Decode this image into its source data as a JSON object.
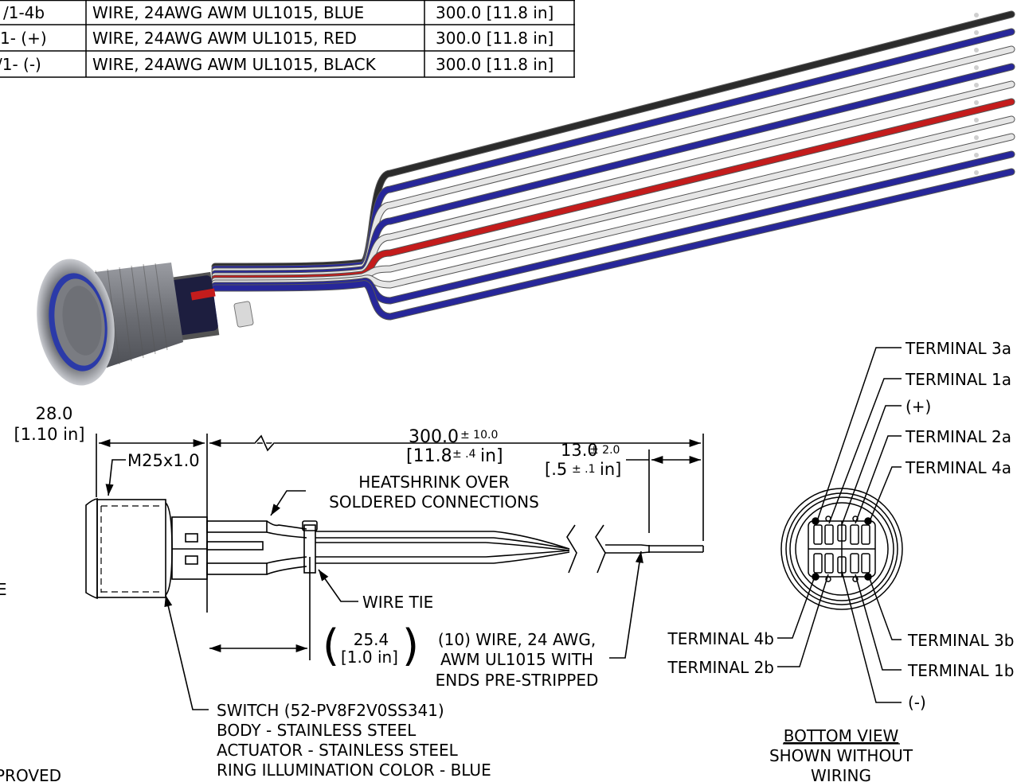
{
  "wire_table": {
    "rows": [
      {
        "id": "/1-4b",
        "description": "WIRE, 24AWG AWM UL1015, BLUE",
        "length": "300.0 [11.8 in]"
      },
      {
        "id": "1- (+)",
        "description": "WIRE, 24AWG AWM UL1015, RED",
        "length": "300.0 [11.8 in]"
      },
      {
        "id": "/1- (-)",
        "description": "WIRE, 24AWG AWM UL1015, BLACK",
        "length": "300.0 [11.8 in]"
      }
    ]
  },
  "wire_colors": [
    "#2b2b2b",
    "#27279a",
    "#e6e6e6",
    "#27279a",
    "#e6e6e6",
    "#c41c1c",
    "#e6e6e6",
    "#e6e6e6",
    "#27279a",
    "#27279a"
  ],
  "dimensions": {
    "head_mm": "28.0",
    "head_in": "[1.10 in]",
    "thread": "M25x1.0",
    "length_mm": "300.0",
    "length_tol_mm": "± 10.0",
    "length_in": "[11.8",
    "length_tol_in": "± .4",
    "length_in_close": "in]",
    "strip_mm": "13.0",
    "strip_tol_mm": "± 2.0",
    "strip_in": "[.5",
    "strip_tol_in": "± .1",
    "strip_in_close": "in]",
    "tie_mm": "25.4",
    "tie_in": "[1.0 in]",
    "paren_open": "(",
    "paren_close": ")"
  },
  "callouts": {
    "heatshrink_1": "HEATSHRINK OVER",
    "heatshrink_2": "SOLDERED CONNECTIONS",
    "wire_tie": "WIRE TIE",
    "wire_1": "(10) WIRE, 24 AWG,",
    "wire_2": "AWM UL1015 WITH",
    "wire_3": "ENDS PRE-STRIPPED",
    "switch_1": "SWITCH (52-PV8F2V0SS341)",
    "switch_2": "BODY - STAINLESS STEEL",
    "switch_3": "ACTUATOR - STAINLESS STEEL",
    "switch_4": "RING ILLUMINATION COLOR - BLUE"
  },
  "terminals": {
    "t3a": "TERMINAL 3a",
    "t1a": "TERMINAL 1a",
    "plus": "(+)",
    "t2a": "TERMINAL 2a",
    "t4a": "TERMINAL 4a",
    "t4b": "TERMINAL 4b",
    "t2b": "TERMINAL 2b",
    "t3b": "TERMINAL 3b",
    "t1b": "TERMINAL 1b",
    "minus": "(-)"
  },
  "bottom_view": {
    "line1": "BOTTOM VIEW",
    "line2": "SHOWN WITHOUT",
    "line3": "WIRING"
  },
  "edge_fragments": {
    "left_e": "E",
    "approved": "PROVED"
  }
}
